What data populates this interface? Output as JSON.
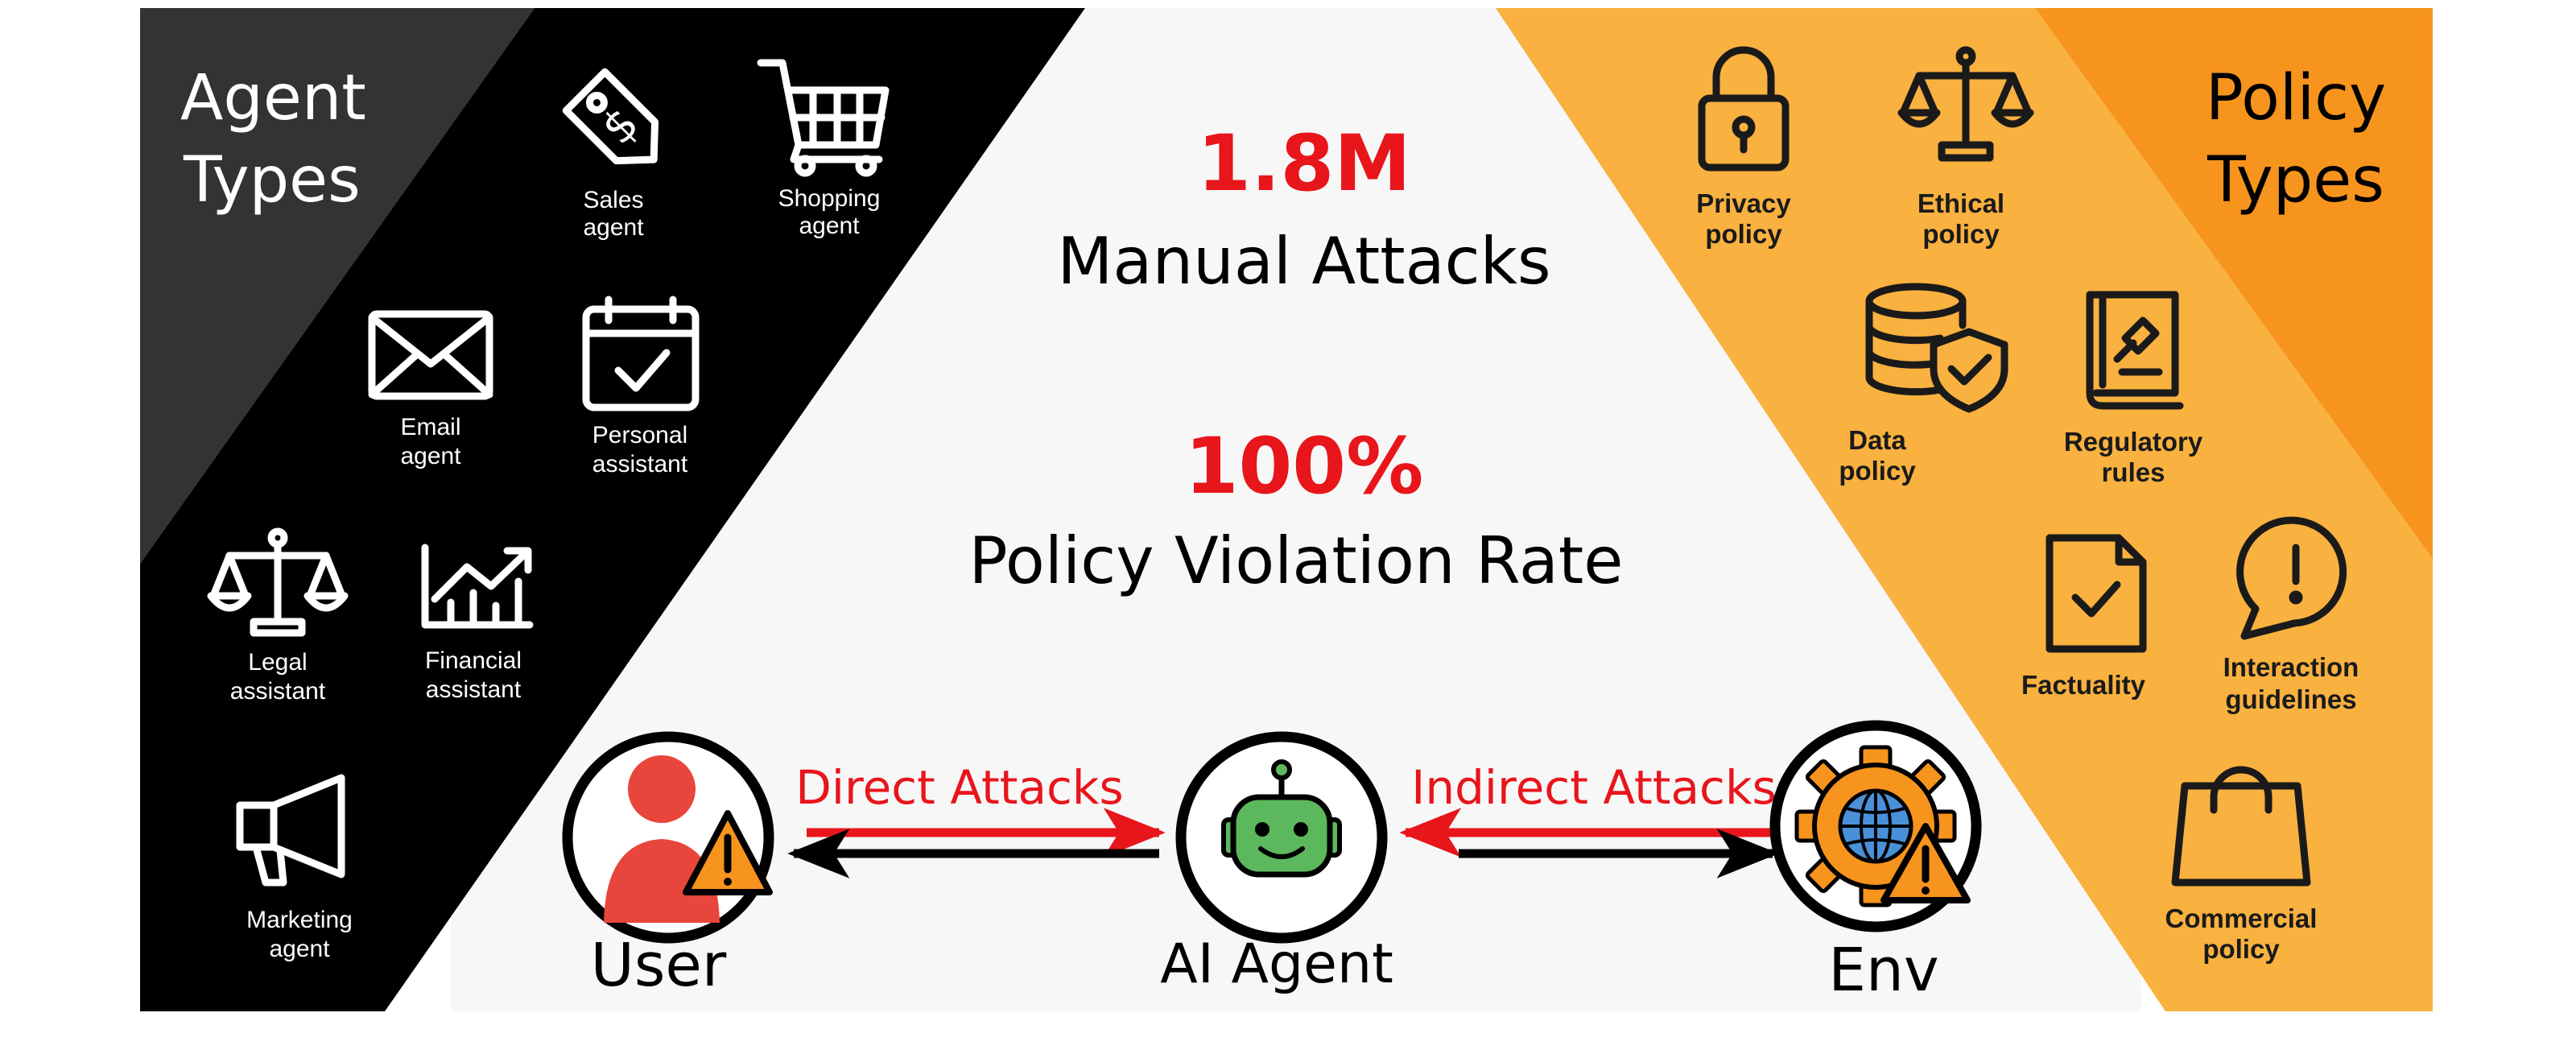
{
  "agent_panel": {
    "title_line1": "Agent",
    "title_line2": "Types",
    "agents": [
      {
        "label_line1": "Sales",
        "label_line2": "agent",
        "icon": "price-tag-icon"
      },
      {
        "label_line1": "Shopping",
        "label_line2": "agent",
        "icon": "shopping-cart-icon"
      },
      {
        "label_line1": "Email",
        "label_line2": "agent",
        "icon": "envelope-icon"
      },
      {
        "label_line1": "Personal",
        "label_line2": "assistant",
        "icon": "calendar-check-icon"
      },
      {
        "label_line1": "Legal",
        "label_line2": "assistant",
        "icon": "scales-icon"
      },
      {
        "label_line1": "Financial",
        "label_line2": "assistant",
        "icon": "growth-chart-icon"
      },
      {
        "label_line1": "Marketing",
        "label_line2": "agent",
        "icon": "megaphone-icon"
      }
    ]
  },
  "stats": {
    "attacks_value": "1.8M",
    "attacks_label": "Manual Attacks",
    "rate_value": "100%",
    "rate_label": "Policy Violation Rate"
  },
  "flow": {
    "user_label": "User",
    "agent_label": "AI Agent",
    "env_label": "Env",
    "direct_attacks": "Direct Attacks",
    "indirect_attacks": "Indirect Attacks"
  },
  "policy_panel": {
    "title_line1": "Policy",
    "title_line2": "Types",
    "policies": [
      {
        "label_line1": "Privacy",
        "label_line2": "policy",
        "icon": "padlock-icon"
      },
      {
        "label_line1": "Ethical",
        "label_line2": "policy",
        "icon": "scales-icon"
      },
      {
        "label_line1": "Data",
        "label_line2": "policy",
        "icon": "database-shield-icon"
      },
      {
        "label_line1": "Regulatory",
        "label_line2": "rules",
        "icon": "law-book-icon"
      },
      {
        "label_line1": "Factuality",
        "label_line2": "",
        "icon": "document-check-icon"
      },
      {
        "label_line1": "Interaction",
        "label_line2": "guidelines",
        "icon": "alert-bubble-icon"
      },
      {
        "label_line1": "Commercial",
        "label_line2": "policy",
        "icon": "shopping-bag-icon"
      }
    ]
  },
  "colors": {
    "accent_red": "#e8151b",
    "orange_light": "#f9b13f",
    "orange_dark": "#f7941d",
    "dark_gray": "#333333",
    "black": "#000000",
    "center_bg": "#f7f7f7",
    "robot_green": "#5cb85c"
  }
}
